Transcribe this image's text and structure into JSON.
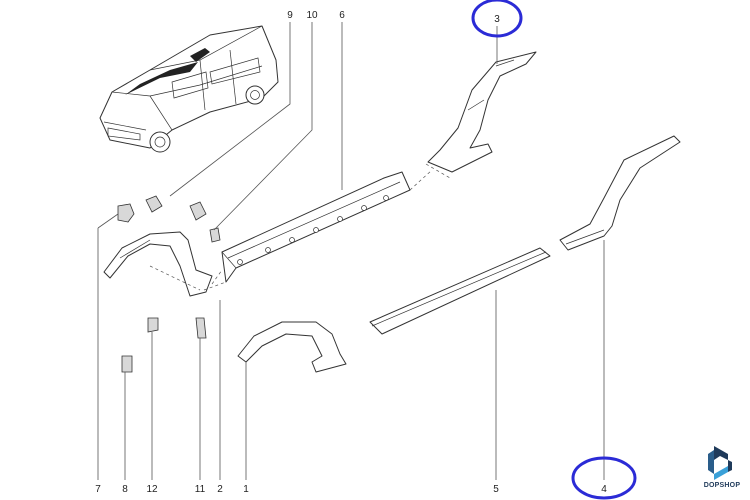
{
  "callouts": {
    "c1": "1",
    "c2": "2",
    "c3": "3",
    "c4": "4",
    "c5": "5",
    "c6": "6",
    "c7": "7",
    "c8": "8",
    "c9": "9",
    "c10": "10",
    "c11": "11",
    "c12": "12"
  },
  "highlight_color": "#2b2bd6",
  "logo": {
    "text": "DOPSHOP",
    "color": "#1f3a5a"
  }
}
